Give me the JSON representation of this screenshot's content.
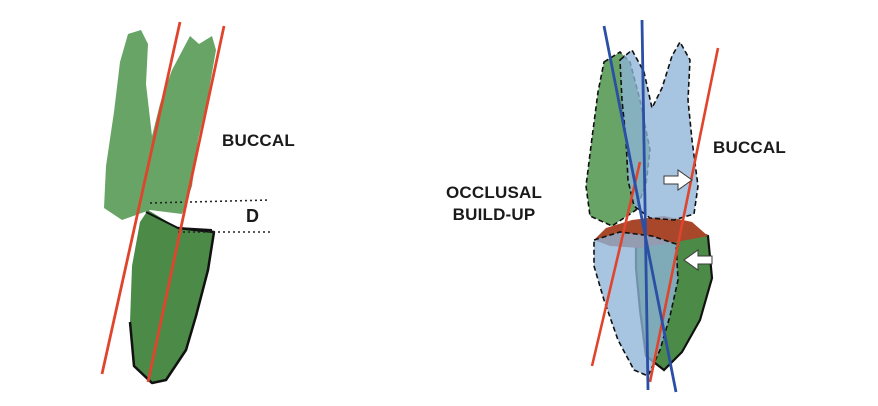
{
  "labels": {
    "buccal_left": "BUCCAL",
    "distance_d": "D",
    "buccal_right": "BUCCAL",
    "occlusal_line1": "OCCLUSAL",
    "occlusal_line2": "BUILD-UP"
  },
  "colors": {
    "upper_tooth": "#67a466",
    "lower_tooth": "#4b8a47",
    "axis_red": "#e0442c",
    "axis_blue": "#2a4fa5",
    "buildup": "#a8472a",
    "overlay_blue": "#8eb5d9",
    "outline": "#111111",
    "arrow_fill": "#ffffff"
  }
}
